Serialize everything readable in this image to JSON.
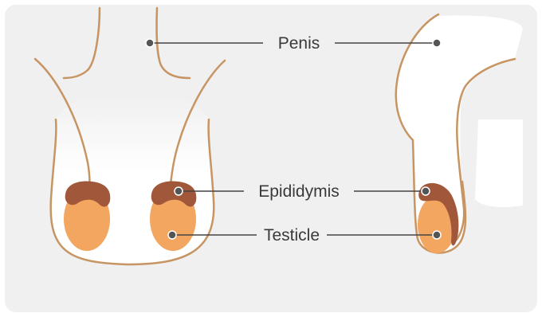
{
  "labels": {
    "penis": "Penis",
    "epididymis": "Epididymis",
    "testicle": "Testicle"
  },
  "colors": {
    "panel_background": "#f0f0f0",
    "outline": "#c79563",
    "testicle_fill": "#f2a660",
    "epididymis_fill": "#a1573a",
    "leader_line": "#444444",
    "marker_dot": "#555555"
  }
}
